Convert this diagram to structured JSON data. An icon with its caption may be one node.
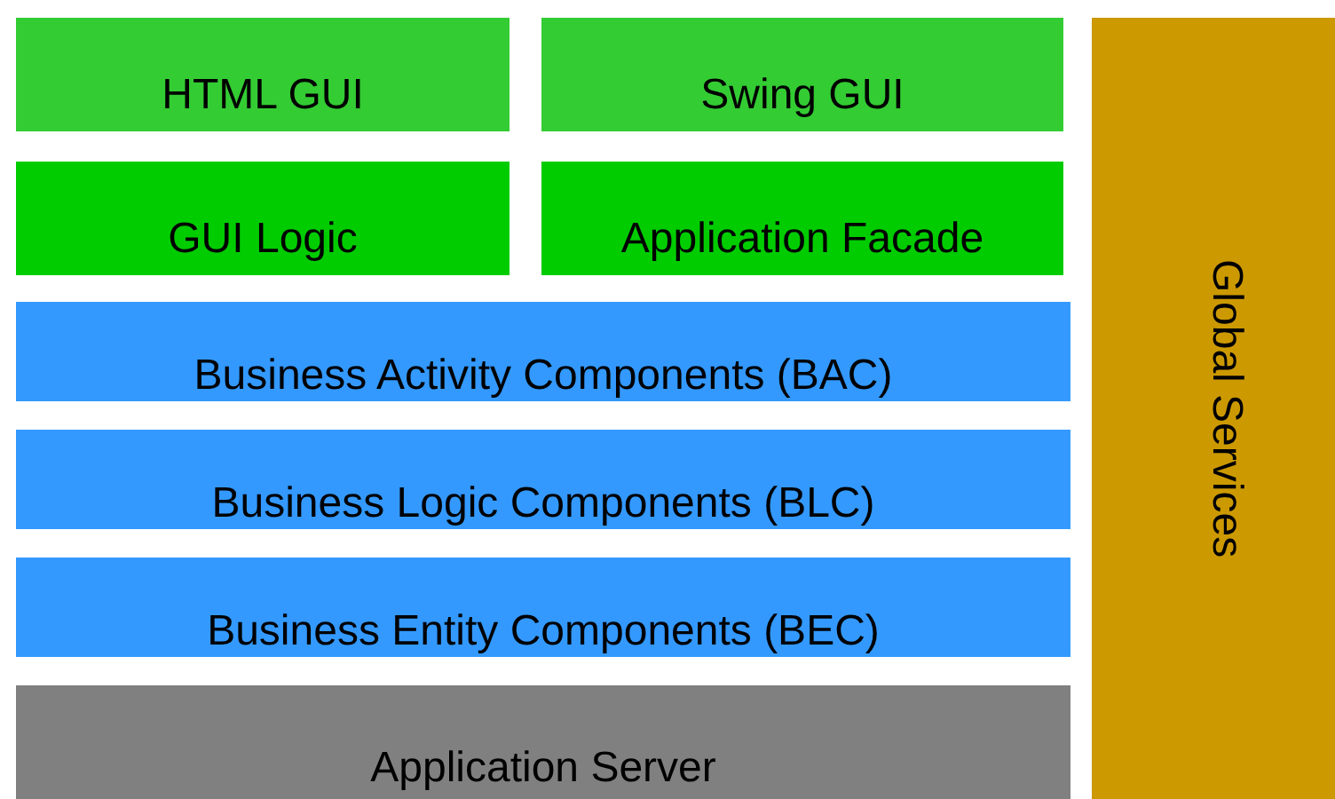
{
  "diagram": {
    "nodes": [
      {
        "text": [
          "HTML GUI"
        ]
      },
      {
        "text": [
          "Swing GUI"
        ]
      },
      {
        "text": [
          "GUI Logic"
        ]
      },
      {
        "text": [
          "Application Facade"
        ]
      },
      {
        "text": [
          "Business Activity Components (BAC)"
        ]
      },
      {
        "text": [
          "Business Logic Components (BLC)"
        ]
      },
      {
        "text": [
          "Business Entity Components (BEC)"
        ]
      },
      {
        "text": [
          "Application Server"
        ]
      },
      {
        "text": [
          "Global Services"
        ]
      }
    ]
  }
}
